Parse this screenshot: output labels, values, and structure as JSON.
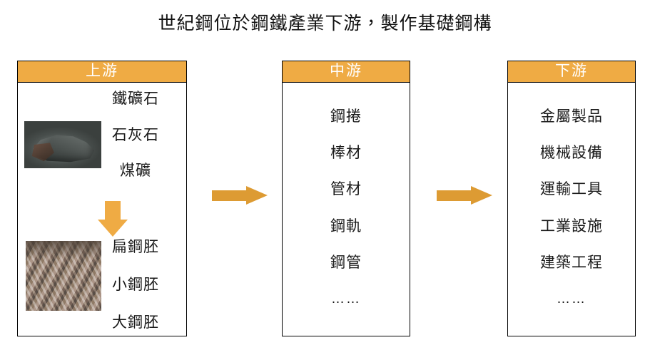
{
  "title": "世紀鋼位於鋼鐵產業下游，製作基礎鋼構",
  "colors": {
    "header_fill": "#efab44",
    "header_text": "#ffffff",
    "arrow_fill": "#dd9b33",
    "arrow_down_fill": "#efab44",
    "panel_border": "#000000",
    "body_text": "#1a1a1a",
    "background": "#ffffff"
  },
  "panels": [
    {
      "id": "upstream",
      "header": "上游",
      "groups": [
        {
          "id": "raw-materials",
          "image": "iron-ore-rock-photo",
          "items": [
            "鐵礦石",
            "石灰石",
            "煤礦"
          ]
        },
        {
          "id": "steel-billets",
          "image": "steel-billets-photo",
          "items": [
            "扁鋼胚",
            "小鋼胚",
            "大鋼胚"
          ]
        }
      ]
    },
    {
      "id": "midstream",
      "header": "中游",
      "items": [
        "鋼捲",
        "棒材",
        "管材",
        "鋼軌",
        "鋼管",
        "……"
      ]
    },
    {
      "id": "downstream",
      "header": "下游",
      "items": [
        "金屬製品",
        "機械設備",
        "運輸工具",
        "工業設施",
        "建築工程",
        "……"
      ]
    }
  ],
  "arrows": [
    {
      "id": "upstream-to-midstream",
      "direction": "right",
      "icon": "arrow-right-icon"
    },
    {
      "id": "midstream-to-downstream",
      "direction": "right",
      "icon": "arrow-right-icon"
    },
    {
      "id": "raw-to-billet",
      "direction": "down",
      "icon": "arrow-down-icon"
    }
  ]
}
